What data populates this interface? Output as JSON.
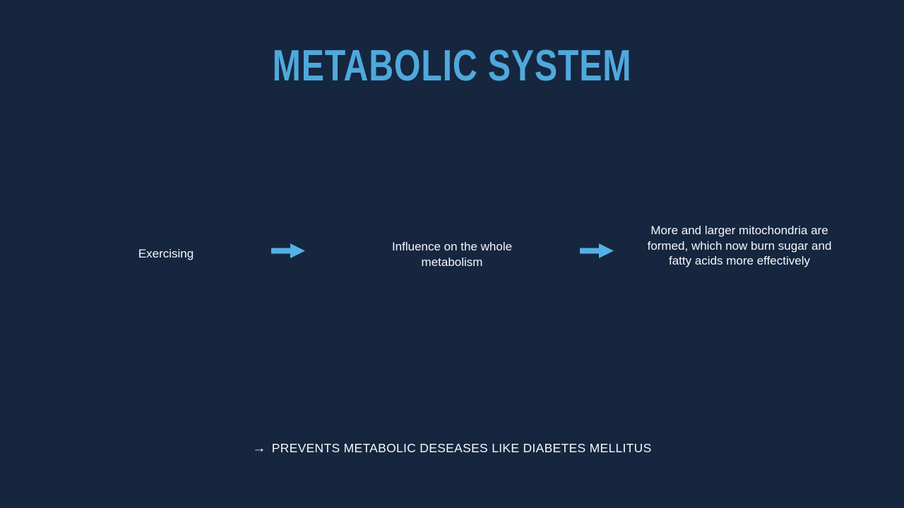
{
  "slide": {
    "title": "METABOLIC SYSTEM",
    "steps": [
      "Exercising",
      "Influence on the whole metabolism",
      "More and larger mitochondria are formed, which now burn sugar and fatty acids more effectively"
    ],
    "footer": {
      "arrow": "→",
      "text": "PREVENTS METABOLIC DESEASES LIKE DIABETES MELLITUS"
    },
    "colors": {
      "background": "#16263f",
      "title_accent": "#4fa8dc",
      "arrow_accent": "#53b1e6",
      "body_text": "#f5f7fa"
    }
  }
}
